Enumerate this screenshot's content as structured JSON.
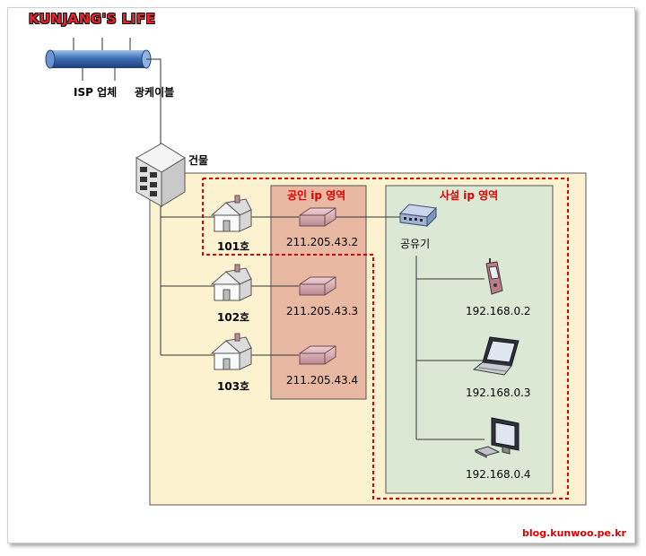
{
  "brand": {
    "logo_text": "KUNJANG'S LIFE"
  },
  "isp": {
    "label": "ISP 업체",
    "cable_label": "광케이블"
  },
  "building": {
    "label": "건물"
  },
  "zones": {
    "public_title": "공인 ip 영역",
    "private_title": "사설 ip 영역"
  },
  "units": [
    {
      "label": "101호",
      "ip": "211.205.43.2"
    },
    {
      "label": "102호",
      "ip": "211.205.43.3"
    },
    {
      "label": "103호",
      "ip": "211.205.43.4"
    }
  ],
  "router": {
    "label": "공유기"
  },
  "devices": [
    {
      "kind": "mobile-phone",
      "ip": "192.168.0.2"
    },
    {
      "kind": "laptop",
      "ip": "192.168.0.3"
    },
    {
      "kind": "desktop-pc",
      "ip": "192.168.0.4"
    }
  ],
  "footer": {
    "url": "blog.kunwoo.pe.kr"
  },
  "colors": {
    "building_area": "#fdf2d0",
    "public_zone": "#e8b8a2",
    "private_zone": "#dbe8d4",
    "highlight_dashed": "#e00000"
  }
}
